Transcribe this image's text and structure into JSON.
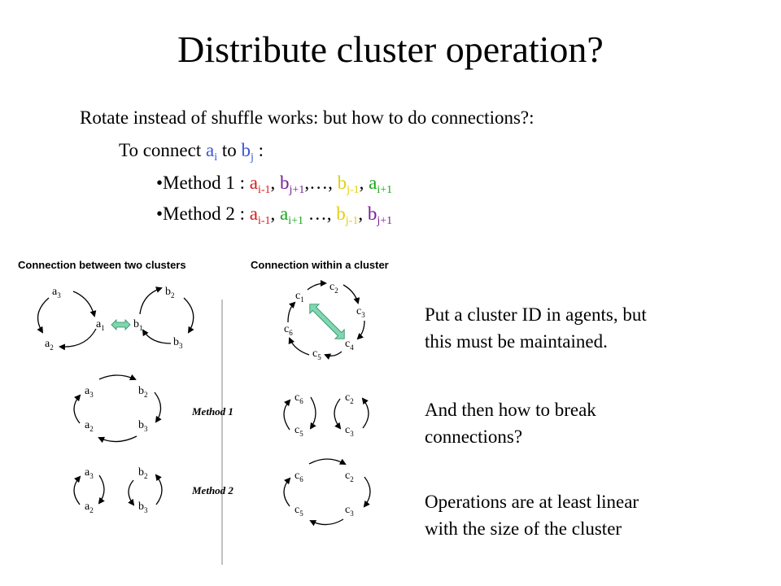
{
  "title": "Distribute cluster operation?",
  "intro": {
    "line1": "Rotate instead of shuffle works: but how to do connections?:",
    "line2_prefix": "To connect ",
    "line2_a": "a",
    "line2_a_sub": "i",
    "line2_mid": " to ",
    "line2_b": "b",
    "line2_b_sub": "j",
    "line2_suffix": " :",
    "method1_label": "•Method 1 : ",
    "method2_label": "•Method 2 : ",
    "m_a": "a",
    "m_b": "b",
    "sub_i_minus": "i-1",
    "sub_i_plus": "i+1",
    "sub_j_minus": "j-1",
    "sub_j_plus": "j+1",
    "sep": ", ",
    "sep_comma_ellipsis": ",…, ",
    "ellipsis_sep": " …, "
  },
  "diagram": {
    "header_left": "Connection between two clusters",
    "header_right": "Connection within a cluster",
    "method1": "Method 1",
    "method2": "Method 2",
    "node_a": "a",
    "node_b": "b",
    "node_c": "c"
  },
  "notes": {
    "p1_l1": "Put a cluster ID in agents, but",
    "p1_l2": "this must be maintained.",
    "p2_l1": "And then how to break",
    "p2_l2": "connections?",
    "p3_l1": "Operations are at least linear",
    "p3_l2": "with the size of the cluster"
  },
  "colors": {
    "blue": "#3a55d8",
    "red": "#d81a1a",
    "green": "#1aa51a",
    "yellow": "#e2cf12",
    "purple": "#7a1e9a",
    "teal_arrow": "#7fd6b0"
  }
}
